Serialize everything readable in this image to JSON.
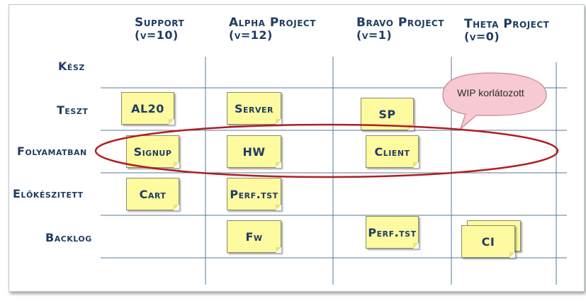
{
  "columns": [
    {
      "name": "Support",
      "wip": "(v=10)"
    },
    {
      "name": "Alpha Project",
      "wip": "(v=12)"
    },
    {
      "name": "Bravo Project",
      "wip": "(v=1)"
    },
    {
      "name": "Theta Project",
      "wip": "(v=0)"
    }
  ],
  "rows": [
    "Kész",
    "Teszt",
    "Folyamatban",
    "Előkészitett",
    "Backlog"
  ],
  "cards": {
    "support_teszt": "AL20",
    "support_folyamatban": "Signup",
    "support_elokeszitett": "Cart",
    "alpha_teszt": "Server",
    "alpha_folyamatban": "HW",
    "alpha_elokeszitett": "Perf.tst",
    "alpha_backlog": "Fw",
    "bravo_teszt": "SP",
    "bravo_folyamatban": "Client",
    "bravo_backlog": "Perf.tst",
    "theta_backlog": "CI"
  },
  "callout": {
    "text": "WIP korlátozott"
  },
  "colors": {
    "ink": "#1f3c62",
    "grid_line": "#5a7a93",
    "note_fill": "#fdfaa0",
    "ellipse": "#b01d23",
    "callout_fill": "#f6c9d3"
  }
}
